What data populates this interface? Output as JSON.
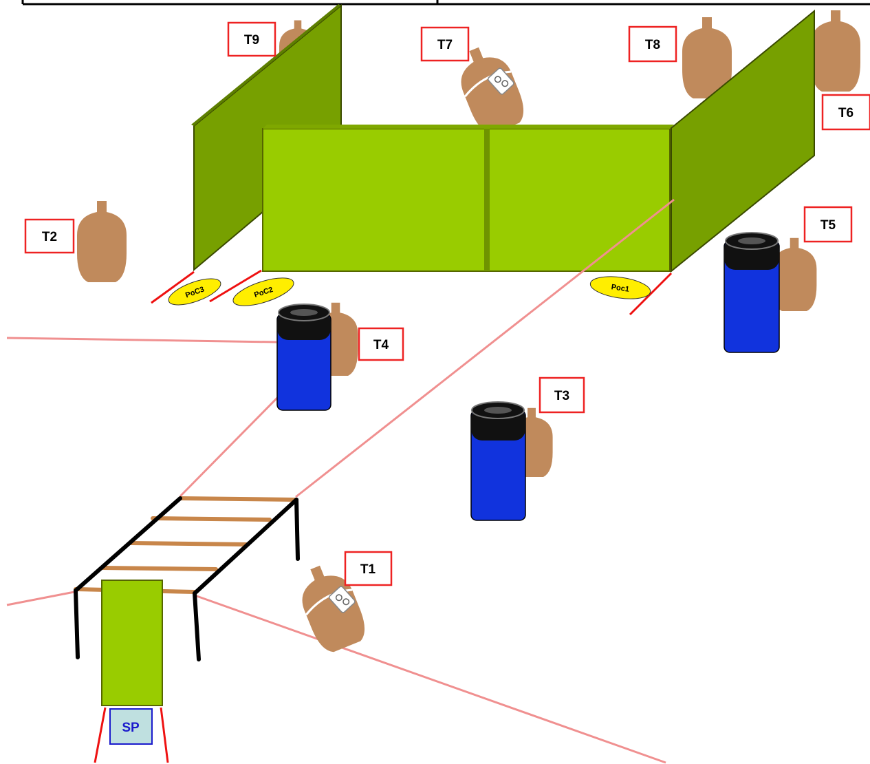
{
  "targets": {
    "t1": "T1",
    "t2": "T2",
    "t3": "T3",
    "t4": "T4",
    "t5": "T5",
    "t6": "T6",
    "t7": "T7",
    "t8": "T8",
    "t9": "T9"
  },
  "positions_of_cover": {
    "poc1": "Poc1",
    "poc2": "PoC2",
    "poc3": "PoC3"
  },
  "start_position": "SP",
  "colors": {
    "wall_light": "#99cc00",
    "wall_dark": "#77a000",
    "target": "#c08a5c",
    "barrel_body": "#1133dd",
    "barrel_top": "#111111",
    "label_border": "#ee2222",
    "sight_line": "#f09090",
    "fault_line": "#ee1111",
    "ladder_rung": "#c8864a",
    "poc_fill": "#ffee00",
    "sp_fill": "#bfe0e0",
    "sp_text": "#1a1acc"
  }
}
